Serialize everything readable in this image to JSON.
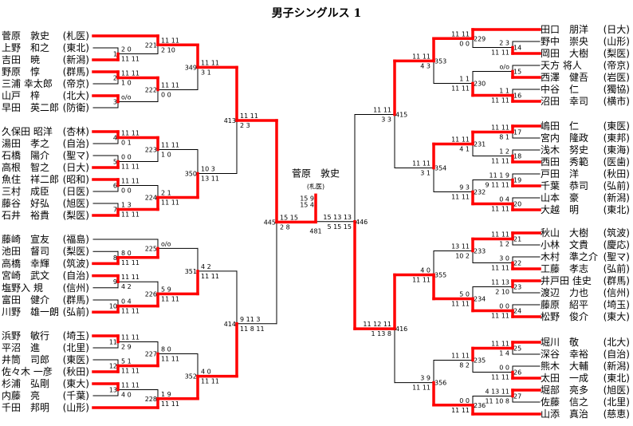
{
  "title": "男子シングルス 1",
  "colors": {
    "winner_line": "#ff0000",
    "line": "#000000"
  },
  "final": {
    "id": "481",
    "s": [
      "15 9",
      "15 4"
    ],
    "champion": {
      "n": "菅原　敦史",
      "t": "札医"
    }
  },
  "left": {
    "id": "445",
    "s": [
      "15 15",
      "2 8"
    ],
    "w": 0,
    "c": [
      {
        "id": "413",
        "s": [
          "11 11",
          "2 3"
        ],
        "w": 0,
        "c": [
          {
            "id": "349",
            "s": [
              "11 11",
              "3 1"
            ],
            "w": 0,
            "c": [
              {
                "id": "221",
                "s": [
                  "11 11",
                  "2 10"
                ],
                "w": 0,
                "c": [
                  {
                    "n": "菅原　敦史",
                    "t": "札医"
                  },
                  {
                    "id": "1",
                    "s": [
                      "2 0",
                      "11 11"
                    ],
                    "w": 1,
                    "c": [
                      {
                        "n": "上野　和之",
                        "t": "東北"
                      },
                      {
                        "n": "吉田　暁",
                        "t": "新潟"
                      }
                    ]
                  }
                ]
              },
              {
                "id": "222",
                "s": [
                  "11 11",
                  "0 0"
                ],
                "w": 0,
                "c": [
                  {
                    "id": "2",
                    "s": [
                      "11 11",
                      "1 0"
                    ],
                    "w": 0,
                    "c": [
                      {
                        "n": "野原　惇",
                        "t": "群馬"
                      },
                      {
                        "n": "三浦 幸太郎",
                        "t": "帝京"
                      }
                    ]
                  },
                  {
                    "id": "3",
                    "s": [
                      "o/o",
                      ""
                    ],
                    "w": 0,
                    "c": [
                      {
                        "n": "山戸　梓",
                        "t": "北大"
                      },
                      {
                        "n": "早田　英二郎",
                        "t": "防衛"
                      }
                    ]
                  }
                ]
              }
            ]
          },
          {
            "id": "350",
            "s": [
              "10 3",
              "13 11"
            ],
            "w": 1,
            "c": [
              {
                "id": "223",
                "s": [
                  "11 11",
                  "1 0"
                ],
                "w": 0,
                "c": [
                  {
                    "id": "4",
                    "s": [
                      "11 11",
                      "0 1"
                    ],
                    "w": 0,
                    "c": [
                      {
                        "n": "久保田 昭洋",
                        "t": "杏林"
                      },
                      {
                        "n": "湯田　孝之",
                        "t": "自治"
                      }
                    ]
                  },
                  {
                    "id": "5",
                    "s": [
                      "0 0",
                      "11 11"
                    ],
                    "w": 1,
                    "c": [
                      {
                        "n": "石橋　陽介",
                        "t": "聖マ"
                      },
                      {
                        "n": "高根　智之",
                        "t": "日大"
                      }
                    ]
                  }
                ]
              },
              {
                "id": "224",
                "s": [
                  "2 1",
                  "11 11"
                ],
                "w": 1,
                "c": [
                  {
                    "id": "6",
                    "s": [
                      "11 11",
                      "0 0"
                    ],
                    "w": 0,
                    "c": [
                      {
                        "n": "魚住　祥二郎",
                        "t": "昭和"
                      },
                      {
                        "n": "三村　成臣",
                        "t": "日医"
                      }
                    ]
                  },
                  {
                    "id": "7",
                    "s": [
                      "1 3",
                      "11 11"
                    ],
                    "w": 1,
                    "c": [
                      {
                        "n": "藤谷　好弘",
                        "t": "旭医"
                      },
                      {
                        "n": "石井　裕貴",
                        "t": "梨医"
                      }
                    ]
                  }
                ]
              }
            ]
          }
        ]
      },
      {
        "id": "414",
        "s": [
          "9 11 3",
          "11 8 11"
        ],
        "w": 1,
        "c": [
          {
            "id": "351",
            "s": [
              "4 2",
              "11 11"
            ],
            "w": 1,
            "c": [
              {
                "id": "225",
                "s": [
                  "o/o",
                  ""
                ],
                "w": 1,
                "c": [
                  {
                    "n": "藤崎　宣友",
                    "t": "福島"
                  },
                  {
                    "id": "8",
                    "s": [
                      "8 0",
                      "11 11"
                    ],
                    "w": 1,
                    "c": [
                      {
                        "n": "池田　督司",
                        "t": "梨医"
                      },
                      {
                        "n": "高橋　幸輝",
                        "t": "筑波"
                      }
                    ]
                  }
                ]
              },
              {
                "id": "226",
                "s": [
                  "5 9",
                  "11 11"
                ],
                "w": 1,
                "c": [
                  {
                    "id": "9",
                    "s": [
                      "11 11",
                      "4 2"
                    ],
                    "w": 0,
                    "c": [
                      {
                        "n": "宮崎　武文",
                        "t": "自治"
                      },
                      {
                        "n": "塩野入 規",
                        "t": "信州"
                      }
                    ]
                  },
                  {
                    "id": "10",
                    "s": [
                      "0 4",
                      "11 11"
                    ],
                    "w": 1,
                    "c": [
                      {
                        "n": "富田　健介",
                        "t": "群馬"
                      },
                      {
                        "n": "川野　雄一朗",
                        "t": "弘前"
                      }
                    ]
                  }
                ]
              }
            ]
          },
          {
            "id": "352",
            "s": [
              "4 0",
              "11 11"
            ],
            "w": 1,
            "c": [
              {
                "id": "227",
                "s": [
                  "8 0",
                  "11 11"
                ],
                "w": 1,
                "c": [
                  {
                    "id": "11",
                    "s": [
                      "11 11",
                      "2 9"
                    ],
                    "w": 0,
                    "c": [
                      {
                        "n": "浜野　敏行",
                        "t": "埼玉"
                      },
                      {
                        "n": "平沼　進",
                        "t": "北里"
                      }
                    ]
                  },
                  {
                    "id": "12",
                    "s": [
                      "5 1",
                      "11 11"
                    ],
                    "w": 1,
                    "c": [
                      {
                        "n": "井筒　司郎",
                        "t": "東医"
                      },
                      {
                        "n": "佐々木 一彦",
                        "t": "秋田"
                      }
                    ]
                  }
                ]
              },
              {
                "id": "228",
                "s": [
                  "1 9",
                  "11 11"
                ],
                "w": 1,
                "c": [
                  {
                    "id": "13",
                    "s": [
                      "11 11",
                      "4 0"
                    ],
                    "w": 0,
                    "c": [
                      {
                        "n": "杉浦　弘剛",
                        "t": "東大"
                      },
                      {
                        "n": "内藤　亮",
                        "t": "千葉"
                      }
                    ]
                  },
                  {
                    "n": "千田　邦明",
                    "t": "山形"
                  }
                ]
              }
            ]
          }
        ]
      }
    ]
  },
  "right": {
    "id": "446",
    "s": [
      "15 13 13",
      "5 15 15"
    ],
    "w": 1,
    "c": [
      {
        "id": "415",
        "s": [
          "11 11",
          "3 3"
        ],
        "w": 0,
        "c": [
          {
            "id": "353",
            "s": [
              "11 11",
              "4 3"
            ],
            "w": 0,
            "c": [
              {
                "id": "229",
                "s": [
                  "11 11",
                  "0 0"
                ],
                "w": 0,
                "c": [
                  {
                    "n": "田口　朋洋",
                    "t": "日大"
                  },
                  {
                    "id": "14",
                    "s": [
                      "2 3",
                      "11 11"
                    ],
                    "w": 1,
                    "c": [
                      {
                        "n": "野中　崇央",
                        "t": "山形"
                      },
                      {
                        "n": "岡田　大樹",
                        "t": "梨医"
                      }
                    ]
                  }
                ]
              },
              {
                "id": "230",
                "s": [
                  "1 1",
                  "11 11"
                ],
                "w": 1,
                "c": [
                  {
                    "id": "15",
                    "s": [
                      "o/o",
                      ""
                    ],
                    "w": 1,
                    "c": [
                      {
                        "n": "天方 将人",
                        "t": "帝京"
                      },
                      {
                        "n": "西澤　健吾",
                        "t": "岩医"
                      }
                    ]
                  },
                  {
                    "id": "16",
                    "s": [
                      "1 1",
                      "11 11"
                    ],
                    "w": 1,
                    "c": [
                      {
                        "n": "中谷　仁",
                        "t": "獨協"
                      },
                      {
                        "n": "沼田　幸司",
                        "t": "横市"
                      }
                    ]
                  }
                ]
              }
            ]
          },
          {
            "id": "354",
            "s": [
              "11 11",
              "3 1"
            ],
            "w": 0,
            "c": [
              {
                "id": "231",
                "s": [
                  "11 11",
                  "4 1"
                ],
                "w": 0,
                "c": [
                  {
                    "id": "17",
                    "s": [
                      "11 11",
                      "8 1"
                    ],
                    "w": 0,
                    "c": [
                      {
                        "n": "嶋田　仁",
                        "t": "東医"
                      },
                      {
                        "n": "宮内　隆政",
                        "t": "東邦"
                      }
                    ]
                  },
                  {
                    "id": "18",
                    "s": [
                      "1 2",
                      "11 11"
                    ],
                    "w": 1,
                    "c": [
                      {
                        "n": "浅木　努史",
                        "t": "東海"
                      },
                      {
                        "n": "西田　秀範",
                        "t": "医歯"
                      }
                    ]
                  }
                ]
              },
              {
                "id": "232",
                "s": [
                  "9 3",
                  "11 11"
                ],
                "w": 1,
                "c": [
                  {
                    "id": "19",
                    "s": [
                      "11 1 9",
                      "9 11 11"
                    ],
                    "w": 1,
                    "c": [
                      {
                        "n": "戸田　洋",
                        "t": "秋田"
                      },
                      {
                        "n": "千葉　恭司",
                        "t": "弘前"
                      }
                    ]
                  },
                  {
                    "id": "20",
                    "s": [
                      "0 4",
                      "11 11"
                    ],
                    "w": 1,
                    "c": [
                      {
                        "n": "山本　豪",
                        "t": "新潟"
                      },
                      {
                        "n": "大越　明",
                        "t": "東北"
                      }
                    ]
                  }
                ]
              }
            ]
          }
        ]
      },
      {
        "id": "416",
        "s": [
          "11 12 11",
          "1 13 8"
        ],
        "w": 0,
        "c": [
          {
            "id": "355",
            "s": [
              "4 0",
              "11 11"
            ],
            "w": 1,
            "c": [
              {
                "id": "233",
                "s": [
                  "13 11",
                  "10 2"
                ],
                "w": 0,
                "c": [
                  {
                    "id": "21",
                    "s": [
                      "11 11",
                      "1 2"
                    ],
                    "w": 0,
                    "c": [
                      {
                        "n": "秋山　大樹",
                        "t": "筑波"
                      },
                      {
                        "n": "小林　文貴",
                        "t": "慶応"
                      }
                    ]
                  },
                  {
                    "id": "22",
                    "s": [
                      "3 0",
                      "11 11"
                    ],
                    "w": 1,
                    "c": [
                      {
                        "n": "木村　準之介",
                        "t": "聖マ"
                      },
                      {
                        "n": "工藤　孝志",
                        "t": "弘前"
                      }
                    ]
                  }
                ]
              },
              {
                "id": "234",
                "s": [
                  "5 0",
                  "11 11"
                ],
                "w": 1,
                "c": [
                  {
                    "id": "23",
                    "s": [
                      "11 13",
                      "2 10"
                    ],
                    "w": 0,
                    "c": [
                      {
                        "n": "井戸田 佳史",
                        "t": "群馬"
                      },
                      {
                        "n": "渡辺　力也",
                        "t": "信州"
                      }
                    ]
                  },
                  {
                    "id": "24",
                    "s": [
                      "0 0",
                      "11 11"
                    ],
                    "w": 1,
                    "c": [
                      {
                        "n": "藤原　紹平",
                        "t": "埼玉"
                      },
                      {
                        "n": "松野　俊介",
                        "t": "東大"
                      }
                    ]
                  }
                ]
              }
            ]
          },
          {
            "id": "356",
            "s": [
              "3 9",
              "11 11"
            ],
            "w": 1,
            "c": [
              {
                "id": "235",
                "s": [
                  "11 11",
                  "8 2"
                ],
                "w": 0,
                "c": [
                  {
                    "id": "25",
                    "s": [
                      "11 11",
                      "1 4"
                    ],
                    "w": 0,
                    "c": [
                      {
                        "n": "堀川　敬",
                        "t": "北大"
                      },
                      {
                        "n": "深谷　幸裕",
                        "t": "自治"
                      }
                    ]
                  },
                  {
                    "id": "26",
                    "s": [
                      "0 0",
                      "11 11"
                    ],
                    "w": 1,
                    "c": [
                      {
                        "n": "熊木　大輔",
                        "t": "新潟"
                      },
                      {
                        "n": "太田　一成",
                        "t": "東北"
                      }
                    ]
                  }
                ]
              },
              {
                "id": "236",
                "s": [
                  "0 0",
                  "11 11"
                ],
                "w": 1,
                "c": [
                  {
                    "id": "27",
                    "s": [
                      "4 13 11",
                      "11 10 8"
                    ],
                    "w": 0,
                    "c": [
                      {
                        "n": "堀部　亮多",
                        "t": "旭医"
                      },
                      {
                        "n": "佐藤　信之",
                        "t": "北里"
                      }
                    ]
                  },
                  {
                    "n": "山添　真治",
                    "t": "慈恵"
                  }
                ]
              }
            ]
          }
        ]
      }
    ]
  }
}
